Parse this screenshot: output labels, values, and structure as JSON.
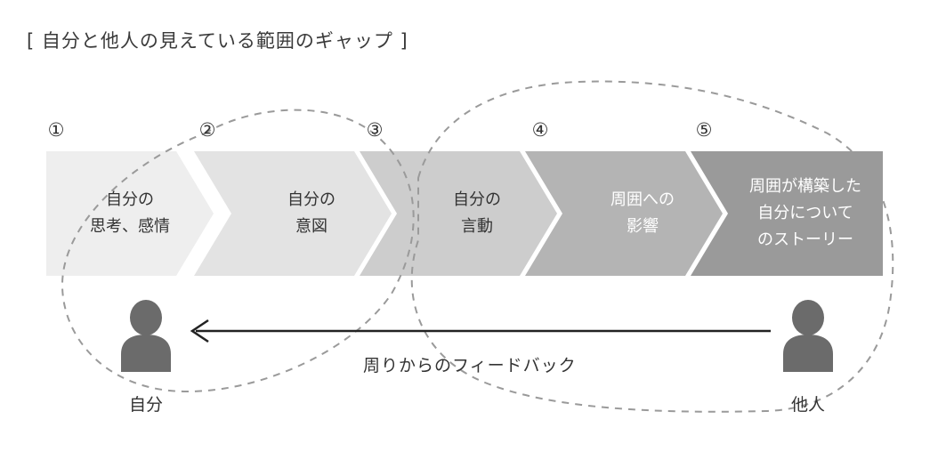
{
  "title": "[ 自分と他人の見えている範囲のギャップ ]",
  "steps": [
    {
      "number": "①",
      "label_lines": [
        "自分の",
        "思考、感情"
      ],
      "color": "#eeeeee"
    },
    {
      "number": "②",
      "label_lines": [
        "自分の",
        "意図"
      ],
      "color": "#e3e3e3"
    },
    {
      "number": "③",
      "label_lines": [
        "自分の",
        "言動"
      ],
      "color": "#cdcdcd"
    },
    {
      "number": "④",
      "label_lines": [
        "周囲への",
        "影響"
      ],
      "color": "#b4b4b4"
    },
    {
      "number": "⑤",
      "label_lines": [
        "周囲が構築した",
        "自分について",
        "のストーリー"
      ],
      "color": "#9a9a9a"
    }
  ],
  "self_label": "自分",
  "other_label": "他人",
  "feedback_label": "周りからのフィードバック",
  "colors": {
    "person": "#6b6b6b",
    "dashed_outline": "#9a9a9a",
    "arrow": "#222222"
  },
  "icons": [
    "person-icon",
    "person-icon",
    "arrow-left-icon"
  ]
}
